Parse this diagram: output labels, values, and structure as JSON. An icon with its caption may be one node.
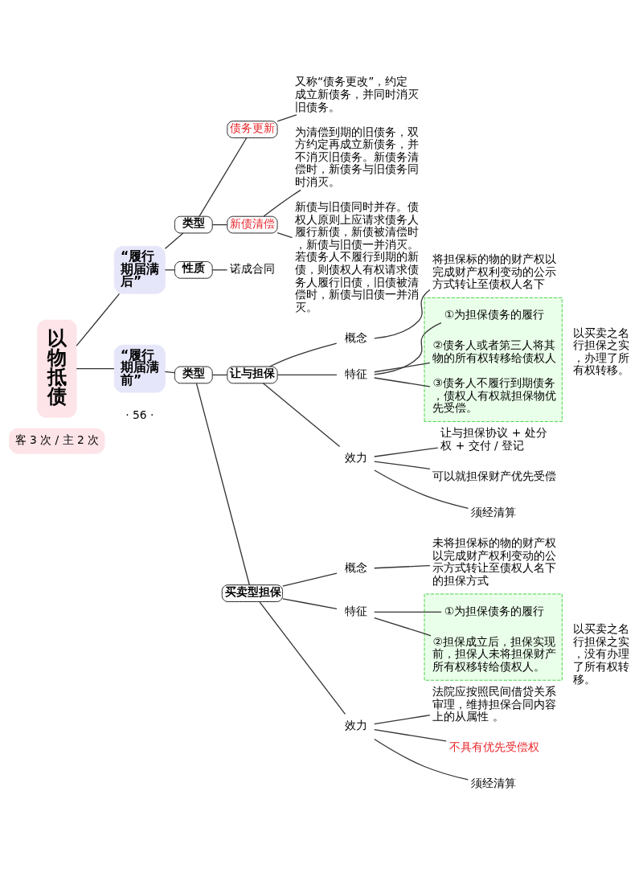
{
  "diagram": {
    "nodes": [
      {
        "text": [
          "以物抵债"
        ],
        "beside": [
          "客 3 次 / 主 2 次"
        ]
      },
      {
        "text": [
          "“履行期届满后”"
        ]
      },
      {
        "text": [
          "类型"
        ]
      },
      {
        "text": [
          "债务更新"
        ]
      },
      {
        "text": [
          "又称“债务更改”，约定成立新债务，并同时消灭旧债务。"
        ]
      },
      {
        "text": [
          "新债清偿"
        ]
      },
      {
        "text": [
          "为清偿到期的旧债务，双方约定再成立新债务，并不消灭旧债务。新债务清偿时，新债务与旧债务同时消灭。"
        ]
      },
      {
        "text": [
          "新债与旧债同时并存。债权人原则上应请求债务人履行新债，新债被清偿时，新债与旧债一并消灭。若债务人不履行到期的新债，则债权人有权请求债务人履行旧债，旧债被清偿时，新债与旧债一并消灭。"
        ]
      },
      {
        "text": [
          "性质"
        ]
      },
      {
        "text": [
          "诺成合同"
        ]
      },
      {
        "text": [
          "“履行期届满前”"
        ]
      },
      {
        "text": [
          "类型"
        ]
      },
      {
        "text": [
          "让与担保"
        ]
      },
      {
        "text": [
          "概念"
        ]
      },
      {
        "text": [
          "将担保标的物的财产权以完成财产权利变动的公示方式转让至债权人名下"
        ]
      },
      {
        "text": [
          "特征"
        ]
      },
      {
        "text": [],
        "shape": "box",
        "beside": [
          "以买卖之名行担保之实，办理了所有权转移。"
        ]
      },
      {
        "text": [
          "①为担保债务的履行"
        ],
        "in": 16
      },
      {
        "text": [
          "②债务人或者第三人将其物的所有权转移给债权人"
        ],
        "in": 16
      },
      {
        "text": [
          "③债务人不履行到期债务，债权人有权就担保物优先受偿。"
        ],
        "in": 16
      },
      {
        "text": [
          "效力"
        ]
      },
      {
        "text": [
          "让与担保协议 + 处分权 + 交付 / 登记"
        ]
      },
      {
        "text": [
          "可以就担保财产优先受偿"
        ]
      },
      {
        "text": [
          "须经清算"
        ]
      },
      {
        "text": [
          "买卖型担保"
        ]
      },
      {
        "text": [
          "概念"
        ]
      },
      {
        "text": [
          "未将担保标的物的财产权以完成财产权利变动的公示方式转让至债权人名下的担保方式"
        ]
      },
      {
        "text": [
          "特征"
        ]
      },
      {
        "text": [],
        "shape": "box",
        "beside": [
          "以买卖之名行担保之实，没有办理了所有权转移。"
        ]
      },
      {
        "text": [
          "①为担保债务的履行"
        ],
        "in": 28
      },
      {
        "text": [
          "②担保成立后，担保实现前，担保人未将担保财产所有权移转给债权人。"
        ],
        "in": 28
      },
      {
        "text": [
          "效力"
        ]
      },
      {
        "text": [
          "法院应按照民间借贷关系审理，维持担保合同内容上的从属性 。"
        ]
      },
      {
        "text": [
          "不具有优先受偿权"
        ]
      },
      {
        "text": [
          "须经清算"
        ]
      }
    ],
    "edges": [
      {
        "from": 0,
        "to": 1,
        "arrow": "none"
      },
      {
        "from": 1,
        "to": 2,
        "arrow": "none"
      },
      {
        "from": 2,
        "to": 3,
        "arrow": "none"
      },
      {
        "from": 3,
        "to": 4,
        "arrow": "none"
      },
      {
        "from": 2,
        "to": 5,
        "arrow": "none"
      },
      {
        "from": 5,
        "to": 6,
        "arrow": "none"
      },
      {
        "from": 5,
        "to": 7,
        "arrow": "none"
      },
      {
        "from": 1,
        "to": 8,
        "arrow": "none"
      },
      {
        "from": 8,
        "to": 9,
        "arrow": "none"
      },
      {
        "from": 0,
        "to": 10,
        "arrow": "none"
      },
      {
        "from": 10,
        "to": 11,
        "arrow": "none"
      },
      {
        "from": 11,
        "to": 12,
        "arrow": "none"
      },
      {
        "from": 12,
        "to": 13,
        "arrow": "none"
      },
      {
        "from": 13,
        "to": 14,
        "arrow": "none"
      },
      {
        "from": 12,
        "to": 15,
        "arrow": "none"
      },
      {
        "from": 15,
        "to": 17,
        "arrow": "none"
      },
      {
        "from": 15,
        "to": 18,
        "arrow": "none"
      },
      {
        "from": 15,
        "to": 19,
        "arrow": "none"
      },
      {
        "from": 12,
        "to": 20,
        "arrow": "none"
      },
      {
        "from": 20,
        "to": 21,
        "arrow": "none"
      },
      {
        "from": 20,
        "to": 22,
        "arrow": "none"
      },
      {
        "from": 20,
        "to": 23,
        "arrow": "none"
      },
      {
        "from": 11,
        "to": 24,
        "arrow": "none"
      },
      {
        "from": 24,
        "to": 25,
        "arrow": "none"
      },
      {
        "from": 25,
        "to": 26,
        "arrow": "none"
      },
      {
        "from": 24,
        "to": 27,
        "arrow": "none"
      },
      {
        "from": 27,
        "to": 29,
        "arrow": "none"
      },
      {
        "from": 27,
        "to": 30,
        "arrow": "none"
      },
      {
        "from": 24,
        "to": 31,
        "arrow": "none"
      },
      {
        "from": 31,
        "to": 32,
        "arrow": "none"
      },
      {
        "from": 31,
        "to": 33,
        "arrow": "none"
      },
      {
        "from": 31,
        "to": 34,
        "arrow": "none"
      }
    ],
    "labels": [
      "· 56 ·"
    ]
  }
}
